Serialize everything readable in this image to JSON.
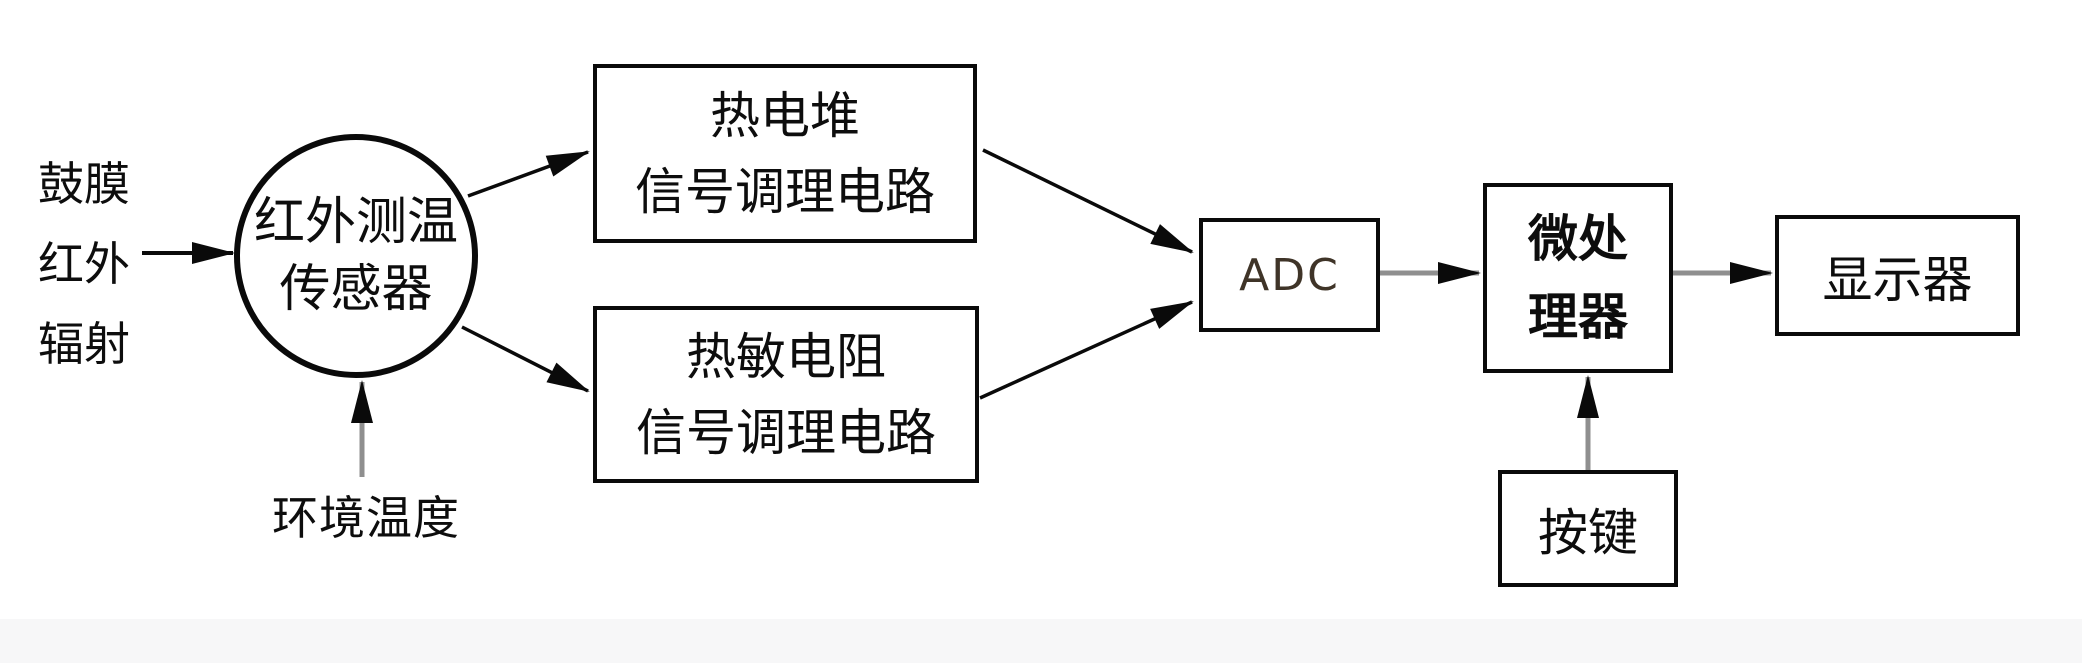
{
  "diagram": {
    "background_color": "#ffffff",
    "footer_band_color": "#f7f7f8",
    "line_color": "#0a0a0a",
    "connector_gray_color": "#8f8f8f",
    "nodes": {
      "input": {
        "lines": [
          "鼓膜",
          "红外",
          "辐射"
        ]
      },
      "sensor": {
        "lines": [
          "红外测温",
          "传感器"
        ]
      },
      "ambient": {
        "label": "环境温度"
      },
      "thermopile": {
        "lines": [
          "热电堆",
          "信号调理电路"
        ]
      },
      "thermistor": {
        "lines": [
          "热敏电阻",
          "信号调理电路"
        ]
      },
      "adc": {
        "label": "ADC"
      },
      "mcu": {
        "lines": [
          "微处",
          "理器"
        ]
      },
      "display": {
        "label": "显示器"
      },
      "keys": {
        "label": "按键"
      }
    },
    "edges": [
      {
        "from": "eardrum-infrared-radiation-label",
        "to": "ir-sensor-circle"
      },
      {
        "from": "ambient-temperature-label",
        "to": "ir-sensor-circle"
      },
      {
        "from": "ir-sensor-circle",
        "to": "thermopile-conditioning-box"
      },
      {
        "from": "ir-sensor-circle",
        "to": "thermistor-conditioning-box"
      },
      {
        "from": "thermopile-conditioning-box",
        "to": "adc-box"
      },
      {
        "from": "thermistor-conditioning-box",
        "to": "adc-box"
      },
      {
        "from": "adc-box",
        "to": "microprocessor-box"
      },
      {
        "from": "microprocessor-box",
        "to": "display-box"
      },
      {
        "from": "keys-box",
        "to": "microprocessor-box"
      }
    ]
  }
}
